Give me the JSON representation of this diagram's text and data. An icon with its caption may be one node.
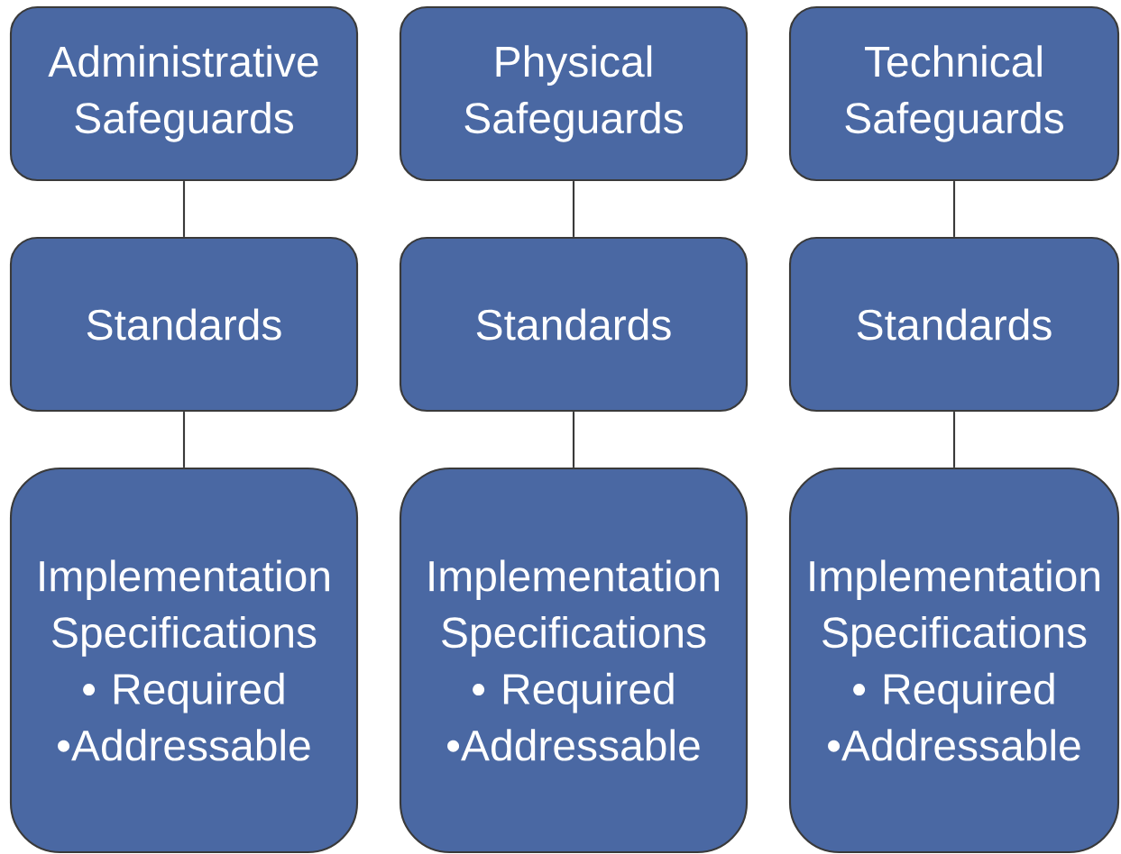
{
  "diagram": {
    "nodes": [
      {
        "text": [
          "Administrative Safeguards"
        ]
      },
      {
        "text": [
          "Physical Safeguards"
        ]
      },
      {
        "text": [
          "Technical Safeguards"
        ]
      },
      {
        "text": [
          "Standards"
        ]
      },
      {
        "text": [
          "Standards"
        ]
      },
      {
        "text": [
          "Standards"
        ]
      },
      {
        "text": [
          "Implementation Specifications",
          "• Required",
          "•Addressable"
        ]
      },
      {
        "text": [
          "Implementation Specifications",
          "• Required",
          "•Addressable"
        ]
      },
      {
        "text": [
          "Implementation Specifications",
          "• Required",
          "•Addressable"
        ]
      }
    ],
    "edges": [
      {
        "from": 0,
        "to": 3,
        "arrow": "none"
      },
      {
        "from": 1,
        "to": 4,
        "arrow": "none"
      },
      {
        "from": 2,
        "to": 5,
        "arrow": "none"
      },
      {
        "from": 3,
        "to": 6,
        "arrow": "none"
      },
      {
        "from": 4,
        "to": 7,
        "arrow": "none"
      },
      {
        "from": 5,
        "to": 8,
        "arrow": "none"
      }
    ]
  }
}
